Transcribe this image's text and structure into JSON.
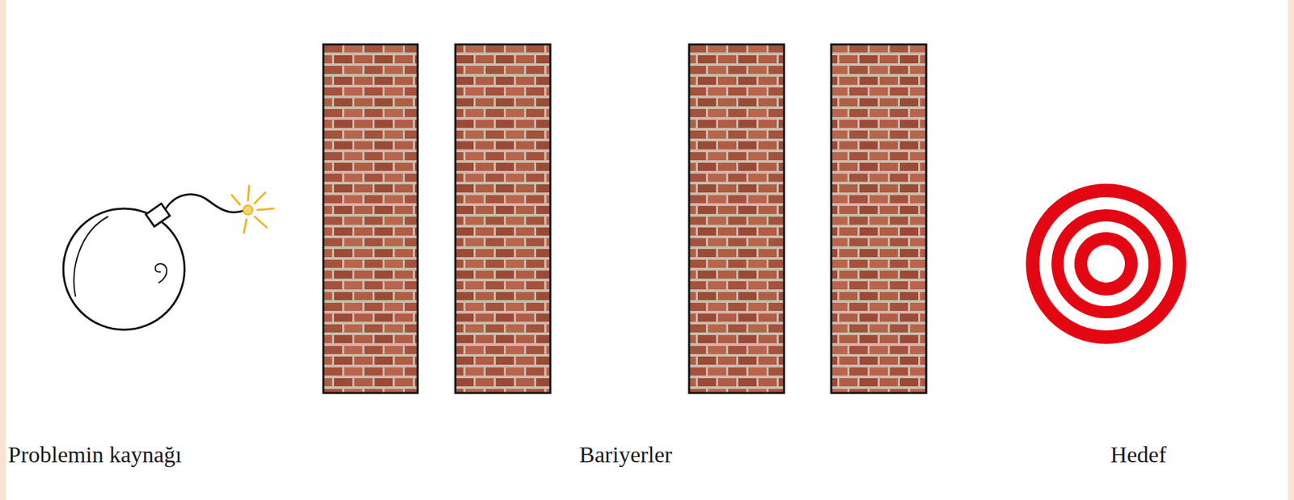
{
  "diagram": {
    "labels": [
      "Problemin kaynağı",
      "Bariyerler",
      "Hedef"
    ]
  }
}
